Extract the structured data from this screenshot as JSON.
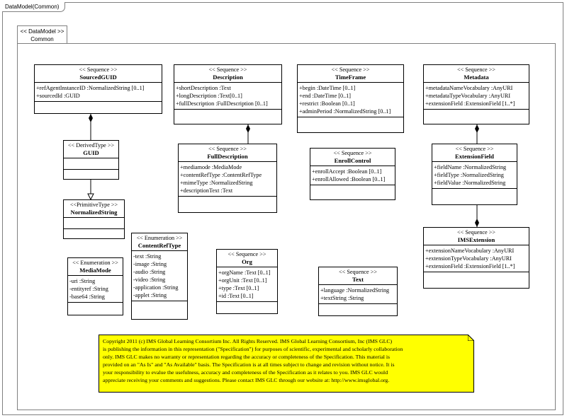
{
  "diagram_tab": "DataModel(Common)",
  "package": {
    "stereotype": "<< DataModel >>",
    "name": "Common"
  },
  "classes": {
    "sourced_guid": {
      "stereotype": "<< Sequence >>",
      "name": "SourcedGUID",
      "attributes": [
        "+refAgentInstanceID  :NormalizedString  [0..1]",
        "+sourcedId :GUID"
      ]
    },
    "description": {
      "stereotype": "<< Sequence >>",
      "name": "Description",
      "attributes": [
        "+shortDescription :Text",
        "+longDescription  :Text[0..1]",
        "+fullDescription  :FullDescription  [0..1]"
      ]
    },
    "time_frame": {
      "stereotype": "<< Sequence >>",
      "name": "TimeFrame",
      "attributes": [
        "+begin :DateTime [0..1]",
        "+end :DateTime [0..1]",
        "+restrict :Boolean [0..1]",
        "+adminPeriod :NormalizedString  [0..1]"
      ]
    },
    "metadata": {
      "stereotype": "<< Sequence >>",
      "name": "Metadata",
      "attributes": [
        "+metadataNameVocabulary  :AnyURI",
        "+metadataTypeVocabulary  :AnyURI",
        "+extensionField :ExtensionField  [1..*]"
      ]
    },
    "guid": {
      "stereotype": "<< DerivedType  >>",
      "name": "GUID",
      "attributes": []
    },
    "full_description": {
      "stereotype": "<< Sequence >>",
      "name": "FullDescription",
      "attributes": [
        "+mediamode :MediaMode",
        "+contentRefType  :ContentRefType",
        "+mimeType  :NormalizedString",
        "+descriptionText :Text"
      ]
    },
    "enroll_control": {
      "stereotype": "<< Sequence >>",
      "name": "EnrollControl",
      "attributes": [
        "+enrollAccept  :Boolean [0..1]",
        "+enrollAllowed  :Boolean [0..1]"
      ]
    },
    "extension_field": {
      "stereotype": "<< Sequence >>",
      "name": "ExtensionField",
      "attributes": [
        "+fieldName  :NormalizedString",
        "+fieldType  :NormalizedString",
        "+fieldValue  :NormalizedString"
      ]
    },
    "normalized_string": {
      "stereotype": "<<PrimitiveType  >>",
      "name": "NormalizedString",
      "attributes": []
    },
    "content_ref_type": {
      "stereotype": "<< Enumeration  >>",
      "name": "ContentRefType",
      "attributes": [
        "-text :String",
        "-image :String",
        "-audio :String",
        "-video :String",
        "-application  :String",
        "-applet :String"
      ]
    },
    "imsextension": {
      "stereotype": "<< Sequence >>",
      "name": "IMSExtension",
      "attributes": [
        "+extensionNameVocabulary  :AnyURI",
        "+extensionTypeVocabulary  :AnyURI",
        "+extensionField :ExtensionField  [1..*]"
      ]
    },
    "media_mode": {
      "stereotype": "<< Enumeration  >>",
      "name": "MediaMode",
      "attributes": [
        "-uri :String",
        "-entityref :String",
        "-base64 :String"
      ]
    },
    "org": {
      "stereotype": "<< Sequence >>",
      "name": "Org",
      "attributes": [
        "+orgName :Text [0..1]",
        "+orgUnit :Text [0..1]",
        "+type :Text [0..1]",
        "+id :Text [0..1]"
      ]
    },
    "text": {
      "stereotype": "<< Sequence >>",
      "name": "Text",
      "attributes": [
        "+language  :NormalizedString",
        "+textString  :String"
      ]
    }
  },
  "note": {
    "lines": [
      "Copyright  2011 (c) IMS Global Learning Consortium Inc.  All Rights Reserved.  IMS Global Learning Consortium, Inc (IMS GLC)",
      "is publishing the information in this representation (\"Specification\") for purposes of scientific, experimental and scholarly collaboration",
      "only.  IMS GLC makes no warranty or representation regarding the accuracy or completeness of the Specification.  This material is",
      "provided on an \"As Is\" and \"As Available\" basis.  The Specification is at all times subject to change and revision without notice.  It is",
      "your responsibility to evalue the usefulness, accuracy and completeness of the Specification as it relates to you.  IMS GLC would",
      "appreciate receiving your comments and suggestions.  Please contact IMS GLC through our website at: http://www.imsglobal.org."
    ]
  }
}
